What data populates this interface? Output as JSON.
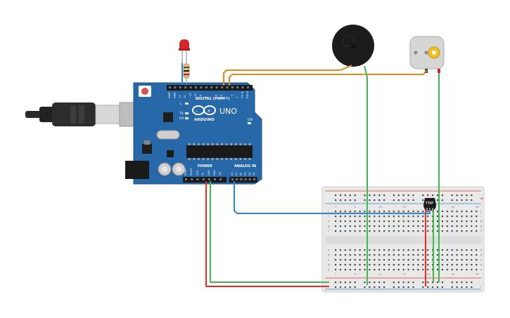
{
  "board": {
    "brand": "ARDUINO",
    "model": "UNO",
    "digital_label": "DIGITAL (PWM~)",
    "power_label": "POWER",
    "analog_label": "ANALOG IN",
    "tx_label": "TX",
    "rx_label": "RX",
    "l_label": "L",
    "on_label": "ON",
    "digital_pins": [
      "AREF",
      "GND",
      "13",
      "12",
      "~11",
      "~10",
      "~9",
      "8",
      "7",
      "~6",
      "~5",
      "4",
      "~3",
      "2",
      "TX→1",
      "RX←0"
    ],
    "power_pins": [
      "IOREF",
      "RESET",
      "3.3V",
      "5V",
      "GND",
      "GND",
      "Vin"
    ],
    "analog_pins": [
      "A0",
      "A1",
      "A2",
      "A3",
      "A4",
      "A5"
    ]
  },
  "sensor": {
    "label": "TMP"
  },
  "breadboard": {
    "column_numbers": [
      "1",
      "5",
      "10",
      "15",
      "20",
      "25",
      "30"
    ],
    "row_letters_top": [
      "j",
      "i",
      "h",
      "g",
      "f"
    ],
    "row_letters_bottom": [
      "e",
      "d",
      "c",
      "b",
      "a"
    ],
    "rail_plus": "+",
    "rail_minus": "-"
  },
  "colors": {
    "board": "#2768a8",
    "wire_orange": "#e28a1e",
    "wire_green": "#3dba4a",
    "wire_red": "#e52b2b",
    "wire_blue": "#2e86c8"
  }
}
